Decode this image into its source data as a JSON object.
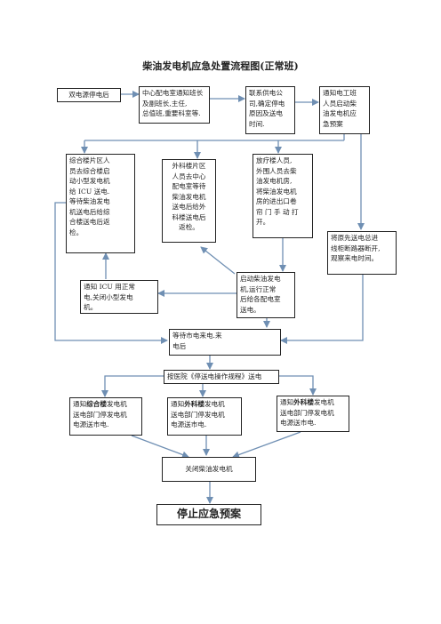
{
  "title": "柴油发电机应急处置流程图(正常班)",
  "nodes": {
    "power_outage": "双电源停电后",
    "notify_shift_leaders": "中心配电室通知班长\n及副班长,主任,\n总值班,重要科室等.",
    "contact_supplier": "联系供电公\n司,确定停电\n原因及送电\n时间.",
    "notify_electrician": "通知电工班\n人员启动柴\n油发电机应\n急预案",
    "comprehensive_building": "综合楼片区人\n员去综合楼启\n动小型发电机\n给 ICU 送电.\n等待柴油发电\n机送电后给综\n合楼送电后返\n检。",
    "surgery_building": "外科楼片区\n人员去中心\n配电室等待\n柴油发电机\n送电后给外\n科楼送电后\n返检。",
    "radiotherapy_building": "放疗楼人员,\n外围人员去柴\n油发电机房,\n将柴油发电机\n房的进出口卷\n帘 门 手 动 打\n开。",
    "disconnect_breaker": "将原先送电总进\n线柜断路器断开,\n观察来电时间。",
    "start_generator": "启动柴油发电\n机,运行正常\n后给各配电室\n送电。",
    "notify_icu": "通知  ICU  用正常\n电,关闭小型发电\n机。",
    "wait_utility": "等待市电来电.来\n电后",
    "hospital_procedure": "按医院《停送电操作规程》送电",
    "notify_comprehensive_prefix": "通知",
    "notify_comprehensive_bold": "综合楼",
    "notify_comprehensive_suffix": "发电机\n送电部门停发电机\n电源送市电.",
    "notify_surgery_prefix": "通知",
    "notify_surgery_bold": "外科楼",
    "notify_surgery_suffix": "发电机\n送电部门停发电机\n电源送市电.",
    "notify_surgery2_prefix": "通知",
    "notify_surgery2_bold": "外科楼",
    "notify_surgery2_suffix": "发电机\n送电部门停发电机\n电源送市电.",
    "shutdown_generator": "关闭柴油发电机",
    "stop_plan": "停止应急预案"
  },
  "colors": {
    "arrow": "#6f8fb3",
    "border": "#222222"
  }
}
